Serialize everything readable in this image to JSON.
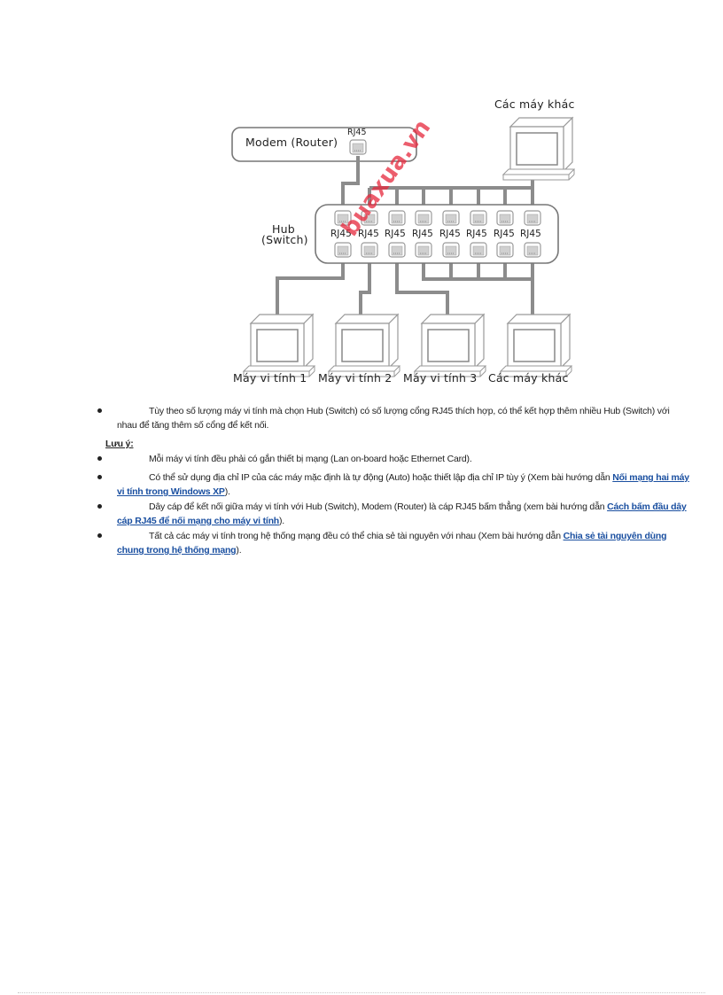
{
  "diagram": {
    "modem_label": "Modem (Router)",
    "modem_port_label": "RJ45",
    "hub_label_line1": "Hub",
    "hub_label_line2": "(Switch)",
    "hub_port_label": "RJ45",
    "hub_port_count": 8,
    "top_right_computer_label": "Các máy khác",
    "computers": [
      {
        "label": "Máy vi tính 1"
      },
      {
        "label": "Máy vi tính 2"
      },
      {
        "label": "Máy vi tính 3"
      },
      {
        "label": "Các máy khác"
      }
    ],
    "watermark": "buaxua.vn",
    "line_color": "#8c8c8c",
    "watermark_color": "#e6283c"
  },
  "content": {
    "intro_item": {
      "text": "Tùy theo số lượng máy vi tính mà chọn Hub (Switch) có số lượng cổng RJ45 thích hợp, có thể kết hợp thêm nhiều Hub (Switch) với nhau để tăng thêm số cổng để kết nối."
    },
    "note_label": "Lưu ý:",
    "notes": [
      {
        "text_before": "Mỗi máy vi tính đều phải có gắn thiết bị mạng (Lan on-board hoặc Ethernet Card).",
        "link": "",
        "text_after": ""
      },
      {
        "text_before": "Có thể sử dụng địa chỉ IP của các máy mặc định là tự động (Auto) hoặc thiết lập địa chỉ IP tùy ý (Xem bài hướng dẫn ",
        "link": "Nối mạng hai máy vi tính trong Windows XP",
        "text_after": ")."
      },
      {
        "text_before": "Dây cáp để kết nối giữa máy vi tính với Hub (Switch), Modem (Router) là cáp RJ45 bấm thẳng (xem bài hướng dẫn ",
        "link": "Cách bấm đầu dây cáp RJ45 để nối mạng cho máy vi tính",
        "text_after": ")."
      },
      {
        "text_before": "Tất cả các máy vi tính trong hệ thống mạng đều có thể chia sẻ tài nguyên với nhau (Xem bài hướng dẫn ",
        "link": "Chia sẻ tài nguyên dùng chung trong hệ thống mạng",
        "text_after": ")."
      }
    ],
    "link_color": "#1a4fa0"
  }
}
